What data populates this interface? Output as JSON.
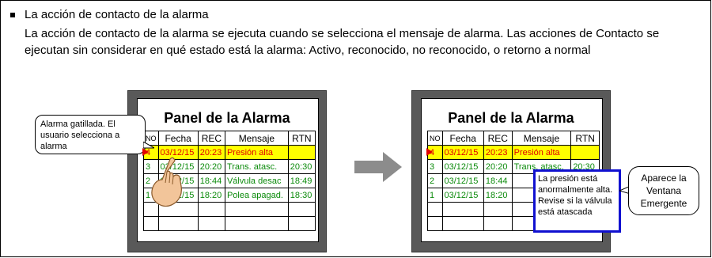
{
  "heading": "La acción de contacto de la alarma",
  "paragraph": "La acción de contacto de la alarma se ejecuta cuando se selecciona el mensaje de alarma. Las acciones de Contacto se ejecutan sin considerar en qué estado está la alarma: Activo, reconocido, no reconocido, o retorno a normal",
  "left_panel": {
    "title": "Panel de la Alarma",
    "columns": [
      "NO",
      "Fecha",
      "REC",
      "Mensaje",
      "RTN"
    ],
    "rows": [
      {
        "no": "4",
        "fecha": "03/12/15",
        "rec": "20:23",
        "mensaje": "Presión alta",
        "rtn": ""
      },
      {
        "no": "3",
        "fecha": "03/12/15",
        "rec": "20:20",
        "mensaje": "Trans. atasc.",
        "rtn": "20:30"
      },
      {
        "no": "2",
        "fecha": "03/12/15",
        "rec": "18:44",
        "mensaje": "Válvula desac",
        "rtn": "18:49"
      },
      {
        "no": "1",
        "fecha": "03/12/15",
        "rec": "18:20",
        "mensaje": "Polea apagad.",
        "rtn": "18:30"
      }
    ],
    "callout": "Alarma gatillada. El usuario selecciona a alarma"
  },
  "right_panel": {
    "title": "Panel de la Alarma",
    "columns": [
      "NO",
      "Fecha",
      "REC",
      "Mensaje",
      "RTN"
    ],
    "rows": [
      {
        "no": "4",
        "fecha": "03/12/15",
        "rec": "20:23",
        "mensaje": "Presión alta",
        "rtn": ""
      },
      {
        "no": "3",
        "fecha": "03/12/15",
        "rec": "20:20",
        "mensaje": "Trans. atasc.",
        "rtn": "20:30"
      },
      {
        "no": "2",
        "fecha": "03/12/15",
        "rec": "18:44",
        "mensaje": "",
        "rtn": ""
      },
      {
        "no": "1",
        "fecha": "03/12/15",
        "rec": "18:20",
        "mensaje": "",
        "rtn": ""
      }
    ],
    "popup": "La presión está anormalmente alta. Revise si la válvula está atascada",
    "callout": "Aparece la Ventana Emergente"
  },
  "colors": {
    "alarm_active": "#e00000",
    "alarm_row_bg": "#ffff00",
    "recovered": "#0a8a0a",
    "popup_border": "#1010d0",
    "panel_bezel": "#595959",
    "arrow": "#8c8c8c"
  }
}
